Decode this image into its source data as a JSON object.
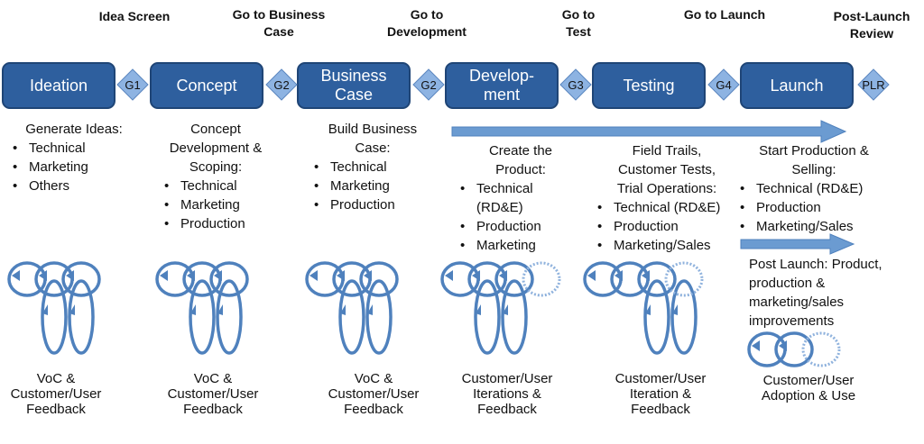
{
  "gate_labels": [
    "Idea Screen",
    "Go to Business\nCase",
    "Go to\nDevelopment",
    "Go to\nTest",
    "Go to Launch",
    "Post-Launch\nReview"
  ],
  "stages": [
    "Ideation",
    "Concept",
    "Business\nCase",
    "Develop-\nment",
    "Testing",
    "Launch"
  ],
  "gates": [
    "G1",
    "G2",
    "G2",
    "G3",
    "G4",
    "PLR"
  ],
  "descriptions": [
    {
      "head": "Generate Ideas:",
      "items": [
        "Technical",
        "Marketing",
        "Others"
      ]
    },
    {
      "head": "Concept\nDevelopment &\nScoping:",
      "items": [
        "Technical",
        "Marketing",
        "Production"
      ]
    },
    {
      "head": "Build Business\nCase:",
      "items": [
        "Technical",
        "Marketing",
        "Production"
      ]
    },
    {
      "head": "Create the\nProduct:",
      "items": [
        "Technical\n(RD&E)",
        "Production",
        "Marketing"
      ]
    },
    {
      "head": "Field Trails,\nCustomer Tests,\nTrial Operations:",
      "items": [
        "Technical (RD&E)",
        "Production",
        "Marketing/Sales"
      ]
    },
    {
      "head": "Start Production &\nSelling:",
      "items": [
        "Technical (RD&E)",
        "Production",
        "Marketing/Sales"
      ]
    }
  ],
  "post_launch": "Post Launch: Product,\nproduction &\nmarketing/sales\nimprovements",
  "footers": [
    "VoC &\nCustomer/User\nFeedback",
    "VoC &\nCustomer/User\nFeedback",
    "VoC &\nCustomer/User\nFeedback",
    "Customer/User\nIterations &\nFeedback",
    "Customer/User\nIteration &\nFeedback",
    "Customer/User\nAdoption & Use"
  ],
  "colors": {
    "stage_fill": "#2e5f9e",
    "gate_fill": "#8db3e2",
    "arrow_fill": "#6b9bd1",
    "cycle_stroke": "#4f81bd",
    "cycle_dotted": "#8fb2dd"
  }
}
